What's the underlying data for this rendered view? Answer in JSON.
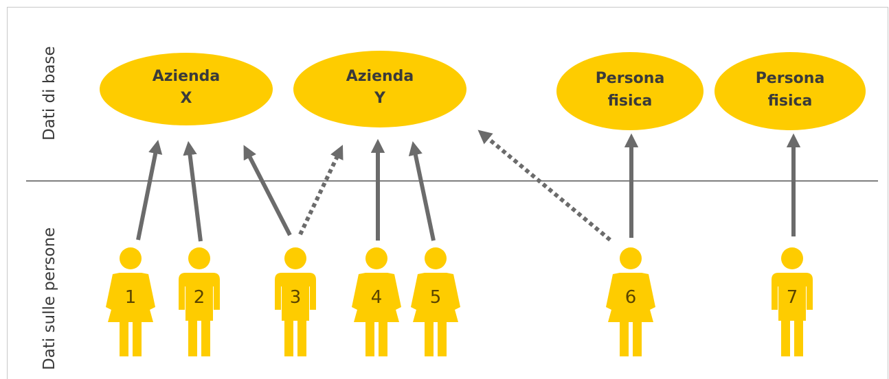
{
  "labels": {
    "top_section": "Dati di base",
    "bottom_section": "Dati sulle persone"
  },
  "entities": [
    {
      "id": "x",
      "line1": "Azienda",
      "line2": "X"
    },
    {
      "id": "y",
      "line1": "Azienda",
      "line2": "Y"
    },
    {
      "id": "p6",
      "line1": "Persona",
      "line2": "fisica"
    },
    {
      "id": "p7",
      "line1": "Persona",
      "line2": "fisica"
    }
  ],
  "persons": [
    {
      "number": "1",
      "figure": "female"
    },
    {
      "number": "2",
      "figure": "male"
    },
    {
      "number": "3",
      "figure": "male"
    },
    {
      "number": "4",
      "figure": "female"
    },
    {
      "number": "5",
      "figure": "female"
    },
    {
      "number": "6",
      "figure": "female"
    },
    {
      "number": "7",
      "figure": "male"
    }
  ],
  "links": [
    {
      "from": "1",
      "to": "x",
      "style": "solid"
    },
    {
      "from": "2",
      "to": "x",
      "style": "solid"
    },
    {
      "from": "3",
      "to": "x",
      "style": "solid"
    },
    {
      "from": "3",
      "to": "y",
      "style": "dotted"
    },
    {
      "from": "4",
      "to": "y",
      "style": "solid"
    },
    {
      "from": "5",
      "to": "y",
      "style": "solid"
    },
    {
      "from": "6",
      "to": "y",
      "style": "dotted"
    },
    {
      "from": "6",
      "to": "p6",
      "style": "solid"
    },
    {
      "from": "7",
      "to": "p7",
      "style": "solid"
    }
  ],
  "colors": {
    "fill": "#fecc00",
    "arrow": "#6b6b6b",
    "divider": "#555555",
    "text": "#3a3a3a"
  }
}
